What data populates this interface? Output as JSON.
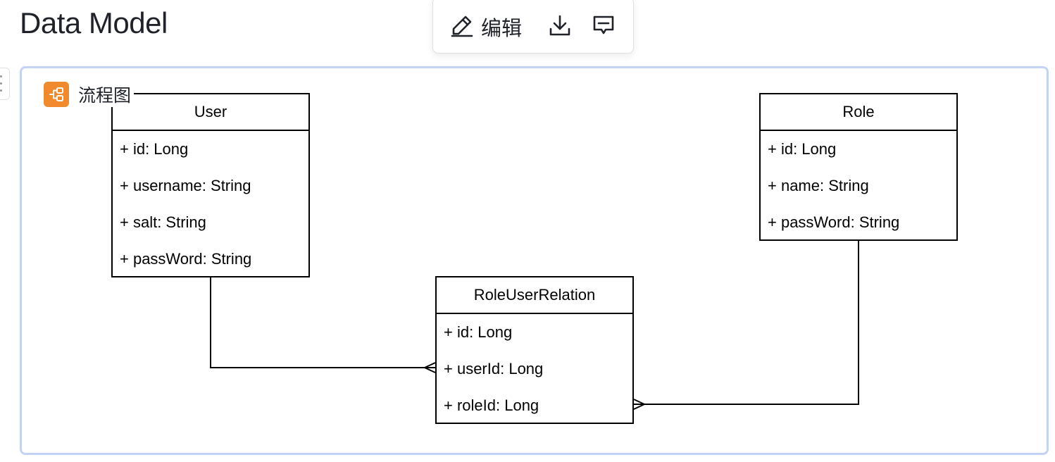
{
  "page": {
    "title": "Data Model"
  },
  "toolbar": {
    "edit_label": "编辑",
    "edit_icon": "pencil-icon",
    "download_icon": "download-icon",
    "comment_icon": "comment-icon"
  },
  "diagram": {
    "badge_label": "流程图",
    "badge_icon": "flowchart-icon",
    "badge_color": "#f08a2c",
    "border_color": "#c4d3f5",
    "classes": {
      "user": {
        "name": "User",
        "attributes": [
          "+ id: Long",
          "+ username: String",
          "+ salt: String",
          "+ passWord: String"
        ]
      },
      "role": {
        "name": "Role",
        "attributes": [
          "+ id: Long",
          "+ name: String",
          "+ passWord: String"
        ]
      },
      "relation": {
        "name": "RoleUserRelation",
        "attributes": [
          "+ id: Long",
          "+ userId: Long",
          "+ roleId: Long"
        ]
      }
    },
    "relationships": [
      {
        "from": "User",
        "to": "RoleUserRelation.userId",
        "type": "one-to-many"
      },
      {
        "from": "Role",
        "to": "RoleUserRelation.roleId",
        "type": "one-to-many"
      }
    ]
  }
}
